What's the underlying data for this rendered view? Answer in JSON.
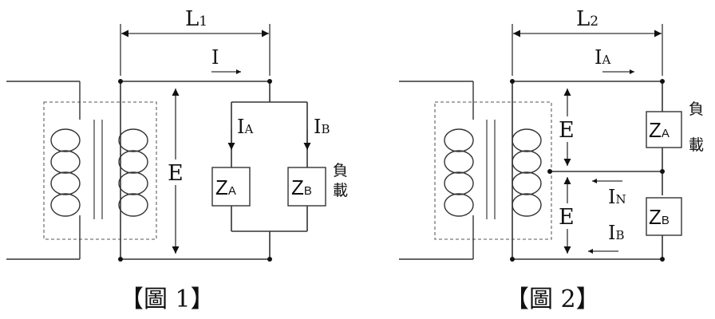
{
  "figure1": {
    "length_label": "L",
    "length_sub": "1",
    "current_label": "I",
    "voltage_label": "E",
    "branch_a_label": "I",
    "branch_a_sub": "A",
    "branch_b_label": "I",
    "branch_b_sub": "B",
    "load_a_label": "Z",
    "load_a_sub": "A",
    "load_b_label": "Z",
    "load_b_sub": "B",
    "load_text_1": "負",
    "load_text_2": "載",
    "caption": "【圖 1】"
  },
  "figure2": {
    "length_label": "L",
    "length_sub": "2",
    "current_a_label": "I",
    "current_a_sub": "A",
    "voltage_top_label": "E",
    "voltage_bottom_label": "E",
    "neutral_label": "I",
    "neutral_sub": "N",
    "current_b_label": "I",
    "current_b_sub": "B",
    "load_a_label": "Z",
    "load_a_sub": "A",
    "load_b_label": "Z",
    "load_b_sub": "B",
    "load_text_1": "負",
    "load_text_2": "載",
    "caption": "【圖 2】"
  }
}
